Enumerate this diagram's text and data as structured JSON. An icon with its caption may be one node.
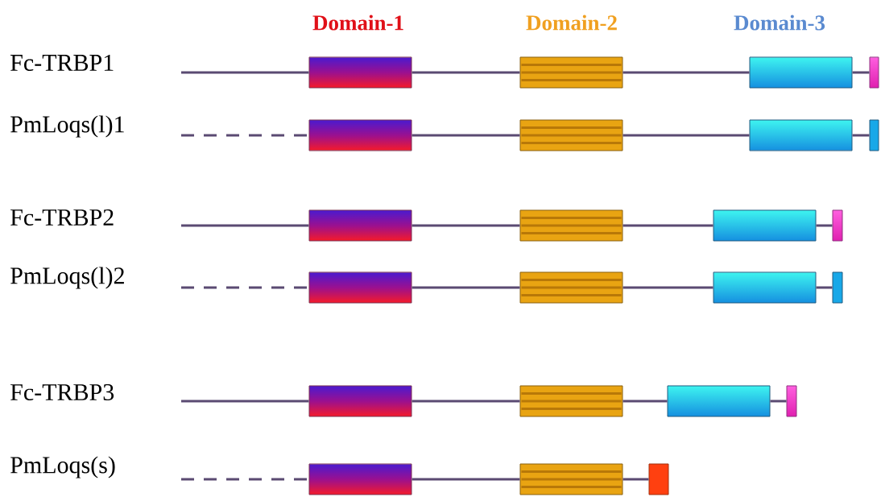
{
  "diagram": {
    "nodes": [
      {
        "text": [],
        "shape": "box"
      },
      {
        "text": [],
        "shape": "box"
      },
      {
        "text": [],
        "shape": "box"
      },
      {
        "text": [],
        "shape": "box"
      },
      {
        "text": [],
        "shape": "box"
      },
      {
        "text": [],
        "shape": "box"
      },
      {
        "text": [],
        "shape": "box"
      },
      {
        "text": [],
        "shape": "box"
      },
      {
        "text": [],
        "shape": "box"
      },
      {
        "text": [],
        "shape": "box"
      },
      {
        "text": [],
        "shape": "box"
      },
      {
        "text": [],
        "shape": "box"
      },
      {
        "text": [],
        "shape": "box"
      },
      {
        "text": [],
        "shape": "box"
      },
      {
        "text": [],
        "shape": "box"
      },
      {
        "text": [],
        "shape": "box"
      },
      {
        "text": [],
        "shape": "box"
      },
      {
        "text": [],
        "shape": "box"
      },
      {
        "text": [],
        "shape": "box"
      },
      {
        "text": [],
        "shape": "box"
      },
      {
        "text": [],
        "shape": "box"
      },
      {
        "text": [],
        "shape": "box"
      },
      {
        "text": [],
        "shape": "box"
      }
    ],
    "edges": [
      {
        "from": null,
        "to": 0,
        "arrow": "none"
      },
      {
        "from": 0,
        "to": 1,
        "arrow": "none"
      },
      {
        "from": 1,
        "to": 2,
        "arrow": "none"
      },
      {
        "from": 2,
        "to": 3,
        "arrow": "none"
      },
      {
        "from": null,
        "to": 4,
        "arrow": "none",
        "style": "dashed"
      },
      {
        "from": 4,
        "to": 5,
        "arrow": "none"
      },
      {
        "from": 5,
        "to": 6,
        "arrow": "none"
      },
      {
        "from": 6,
        "to": 7,
        "arrow": "none"
      },
      {
        "from": null,
        "to": 8,
        "arrow": "none"
      },
      {
        "from": 8,
        "to": 9,
        "arrow": "none"
      },
      {
        "from": 9,
        "to": 10,
        "arrow": "none"
      },
      {
        "from": 10,
        "to": 11,
        "arrow": "none"
      },
      {
        "from": null,
        "to": 12,
        "arrow": "none",
        "style": "dashed"
      },
      {
        "from": 12,
        "to": 13,
        "arrow": "none"
      },
      {
        "from": 13,
        "to": 14,
        "arrow": "none"
      },
      {
        "from": 14,
        "to": 15,
        "arrow": "none"
      },
      {
        "from": null,
        "to": 16,
        "arrow": "none"
      },
      {
        "from": 16,
        "to": 17,
        "arrow": "none"
      },
      {
        "from": 17,
        "to": 18,
        "arrow": "none"
      },
      {
        "from": 18,
        "to": 19,
        "arrow": "none"
      },
      {
        "from": null,
        "to": 20,
        "arrow": "none",
        "style": "dashed"
      },
      {
        "from": 20,
        "to": 21,
        "arrow": "none"
      },
      {
        "from": 21,
        "to": 22,
        "arrow": "none"
      }
    ],
    "labels": [
      "Domain-1",
      "Domain-2",
      "Domain-3",
      "Fc-TRBP1",
      "PmLoqs(l)1",
      "Fc-TRBP2",
      "PmLoqs(l)2",
      "Fc-TRBP3",
      "PmLoqs(s)"
    ]
  }
}
